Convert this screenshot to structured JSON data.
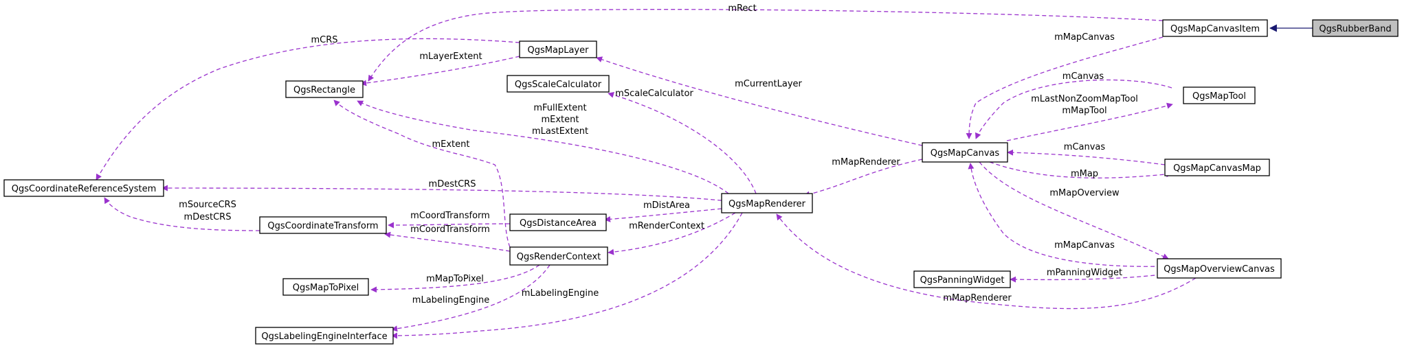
{
  "colors": {
    "usage": "#9a32cd",
    "inherit": "#191970",
    "highlight": "#bfbfbf"
  },
  "nodes": {
    "rubberband": "QgsRubberBand",
    "canvasitem": "QgsMapCanvasItem",
    "maplayer": "QgsMapLayer",
    "rectangle": "QgsRectangle",
    "scalecalc": "QgsScaleCalculator",
    "maptool": "QgsMapTool",
    "crs": "QgsCoordinateReferenceSystem",
    "mapcanvas": "QgsMapCanvas",
    "canvasmap": "QgsMapCanvasMap",
    "transform": "QgsCoordinateTransform",
    "distarea": "QgsDistanceArea",
    "renderer": "QgsMapRenderer",
    "rendercontext": "QgsRenderContext",
    "maptopixel": "QgsMapToPixel",
    "panning": "QgsPanningWidget",
    "overview": "QgsMapOverviewCanvas",
    "labeling": "QgsLabelingEngineInterface"
  },
  "edges": {
    "mRect": "mRect",
    "mCRS": "mCRS",
    "mLayerExtent": "mLayerExtent",
    "mMapCanvas_item": "mMapCanvas",
    "mCanvas_tool": "mCanvas",
    "mLastNonZoom": "mLastNonZoomMapTool",
    "mMapTool": "mMapTool",
    "mCurrentLayer": "mCurrentLayer",
    "mScaleCalculator": "mScaleCalculator",
    "extents": [
      "mFullExtent",
      "mExtent",
      "mLastExtent"
    ],
    "mExtent_rc": "mExtent",
    "mDestCRS": "mDestCRS",
    "mSourceDest": [
      "mSourceCRS",
      "mDestCRS"
    ],
    "mCoordTransform_da": "mCoordTransform",
    "mCoordTransform_rc": "mCoordTransform",
    "mDistArea": "mDistArea",
    "mRenderContext": "mRenderContext",
    "mMapRenderer_canvas": "mMapRenderer",
    "mCanvas_map": "mCanvas",
    "mMap": "mMap",
    "mMapOverview": "mMapOverview",
    "mMapCanvas_ov": "mMapCanvas",
    "mPanningWidget": "mPanningWidget",
    "mMapRenderer_ov": "mMapRenderer",
    "mMapToPixel": "mMapToPixel",
    "mLabelingEngine_rc": "mLabelingEngine",
    "mLabelingEngine_r": "mLabelingEngine"
  }
}
